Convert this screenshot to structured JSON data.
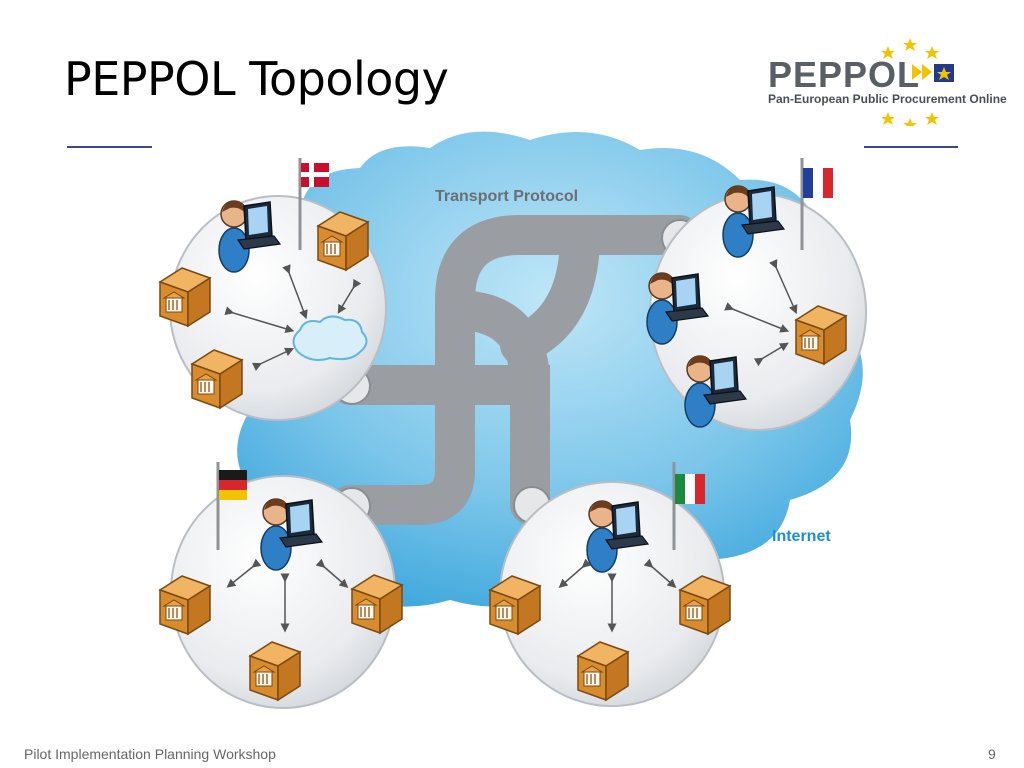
{
  "slide": {
    "title": "PEPPOL Topology",
    "footer": "Pilot Implementation Planning Workshop",
    "page_number": "9"
  },
  "logo": {
    "wordmark": "PEPPOL",
    "subtitle": "Pan-European Public Procurement Online"
  },
  "diagram": {
    "labels": {
      "transport_protocol": "Transport Protocol",
      "internet": "Internet"
    },
    "regions": [
      {
        "id": "denmark",
        "flag": "dk"
      },
      {
        "id": "france",
        "flag": "fr"
      },
      {
        "id": "germany",
        "flag": "de"
      },
      {
        "id": "italy",
        "flag": "it"
      }
    ]
  },
  "colors": {
    "cloud": "#7cc6ea",
    "pipe": "#9a9da1",
    "rule": "#3a4a8c",
    "label_transport": "#6b6f74",
    "label_internet": "#1f8fd0"
  }
}
